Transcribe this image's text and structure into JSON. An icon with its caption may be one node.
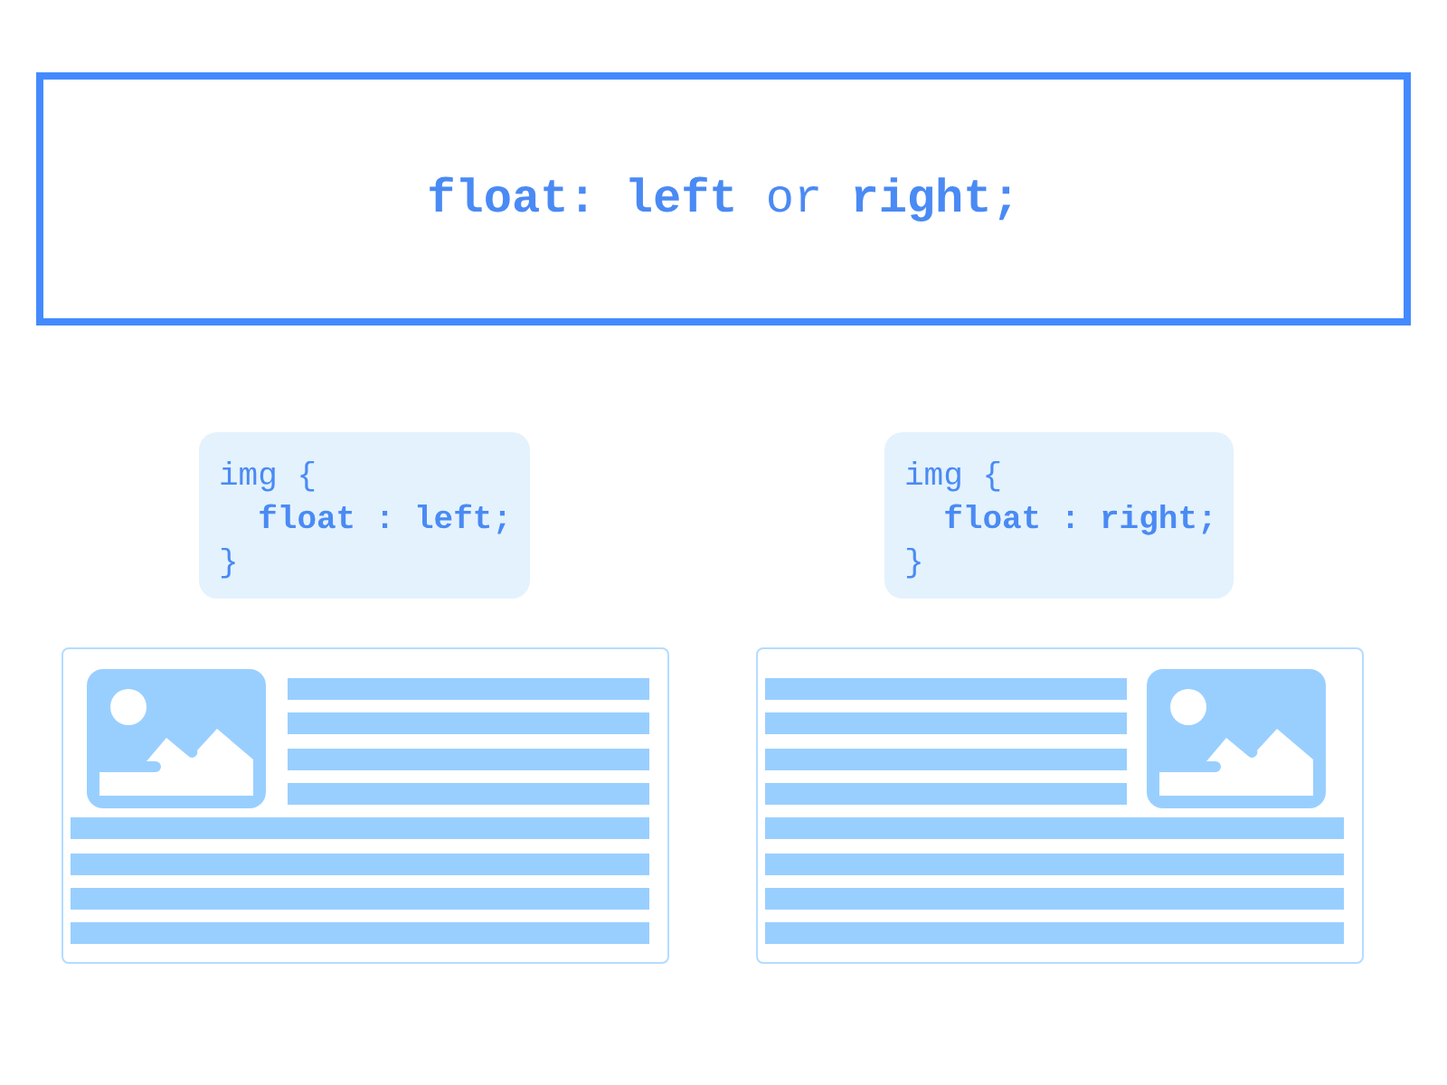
{
  "diagram": {
    "nodes": [
      {
        "text": [
          "**float: left** or **right;**"
        ]
      },
      {
        "text": [
          "img {",
          "float : left;",
          "}"
        ]
      },
      {
        "text": [
          "img {",
          "float : right;",
          "}"
        ]
      }
    ]
  }
}
